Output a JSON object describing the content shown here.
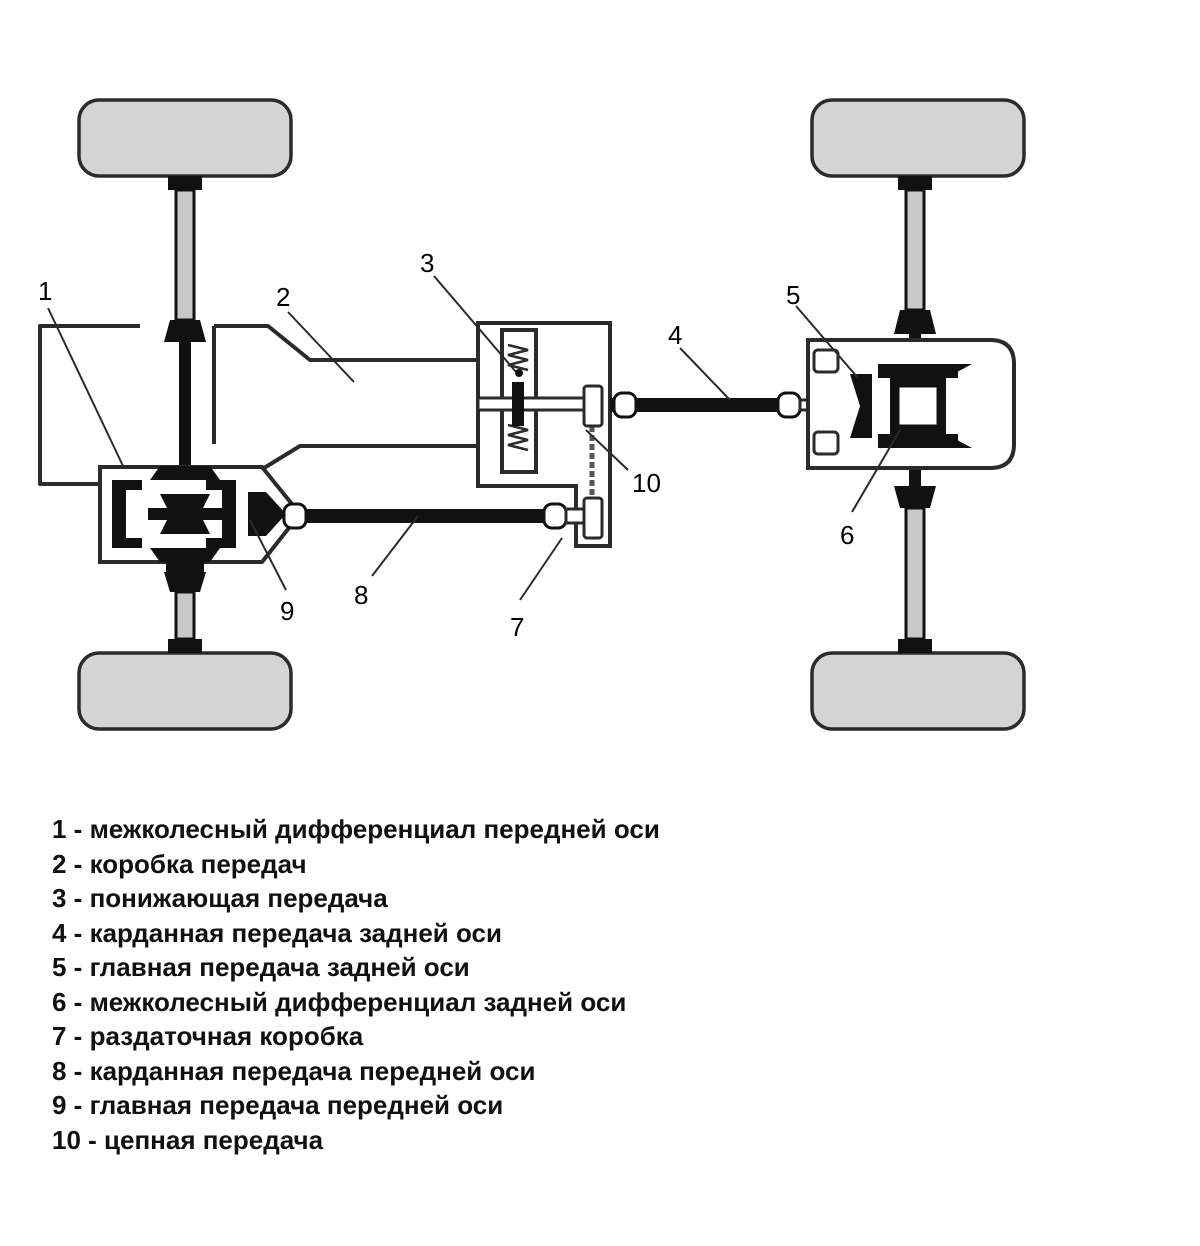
{
  "diagram": {
    "callouts": [
      {
        "number": "1"
      },
      {
        "number": "2"
      },
      {
        "number": "3"
      },
      {
        "number": "4"
      },
      {
        "number": "5"
      },
      {
        "number": "6"
      },
      {
        "number": "7"
      },
      {
        "number": "8"
      },
      {
        "number": "9"
      },
      {
        "number": "10"
      }
    ]
  },
  "legend": {
    "items": [
      "1 - межколесный дифференциал передней оси",
      "2 - коробка передач",
      "3 - понижающая передача",
      "4 - карданная передача задней оси",
      "5 - главная передача задней оси",
      "6 - межколесный дифференциал задней оси",
      "7 - раздаточная коробка",
      "8 - карданная передача передней оси",
      "9 - главная передача передней оси",
      "10 - цепная передача"
    ]
  },
  "colors": {
    "tire": "#d4d4d4",
    "shaft": "#111111",
    "outline": "#2b2b2b",
    "axle_tube": "#c8c8c8"
  }
}
